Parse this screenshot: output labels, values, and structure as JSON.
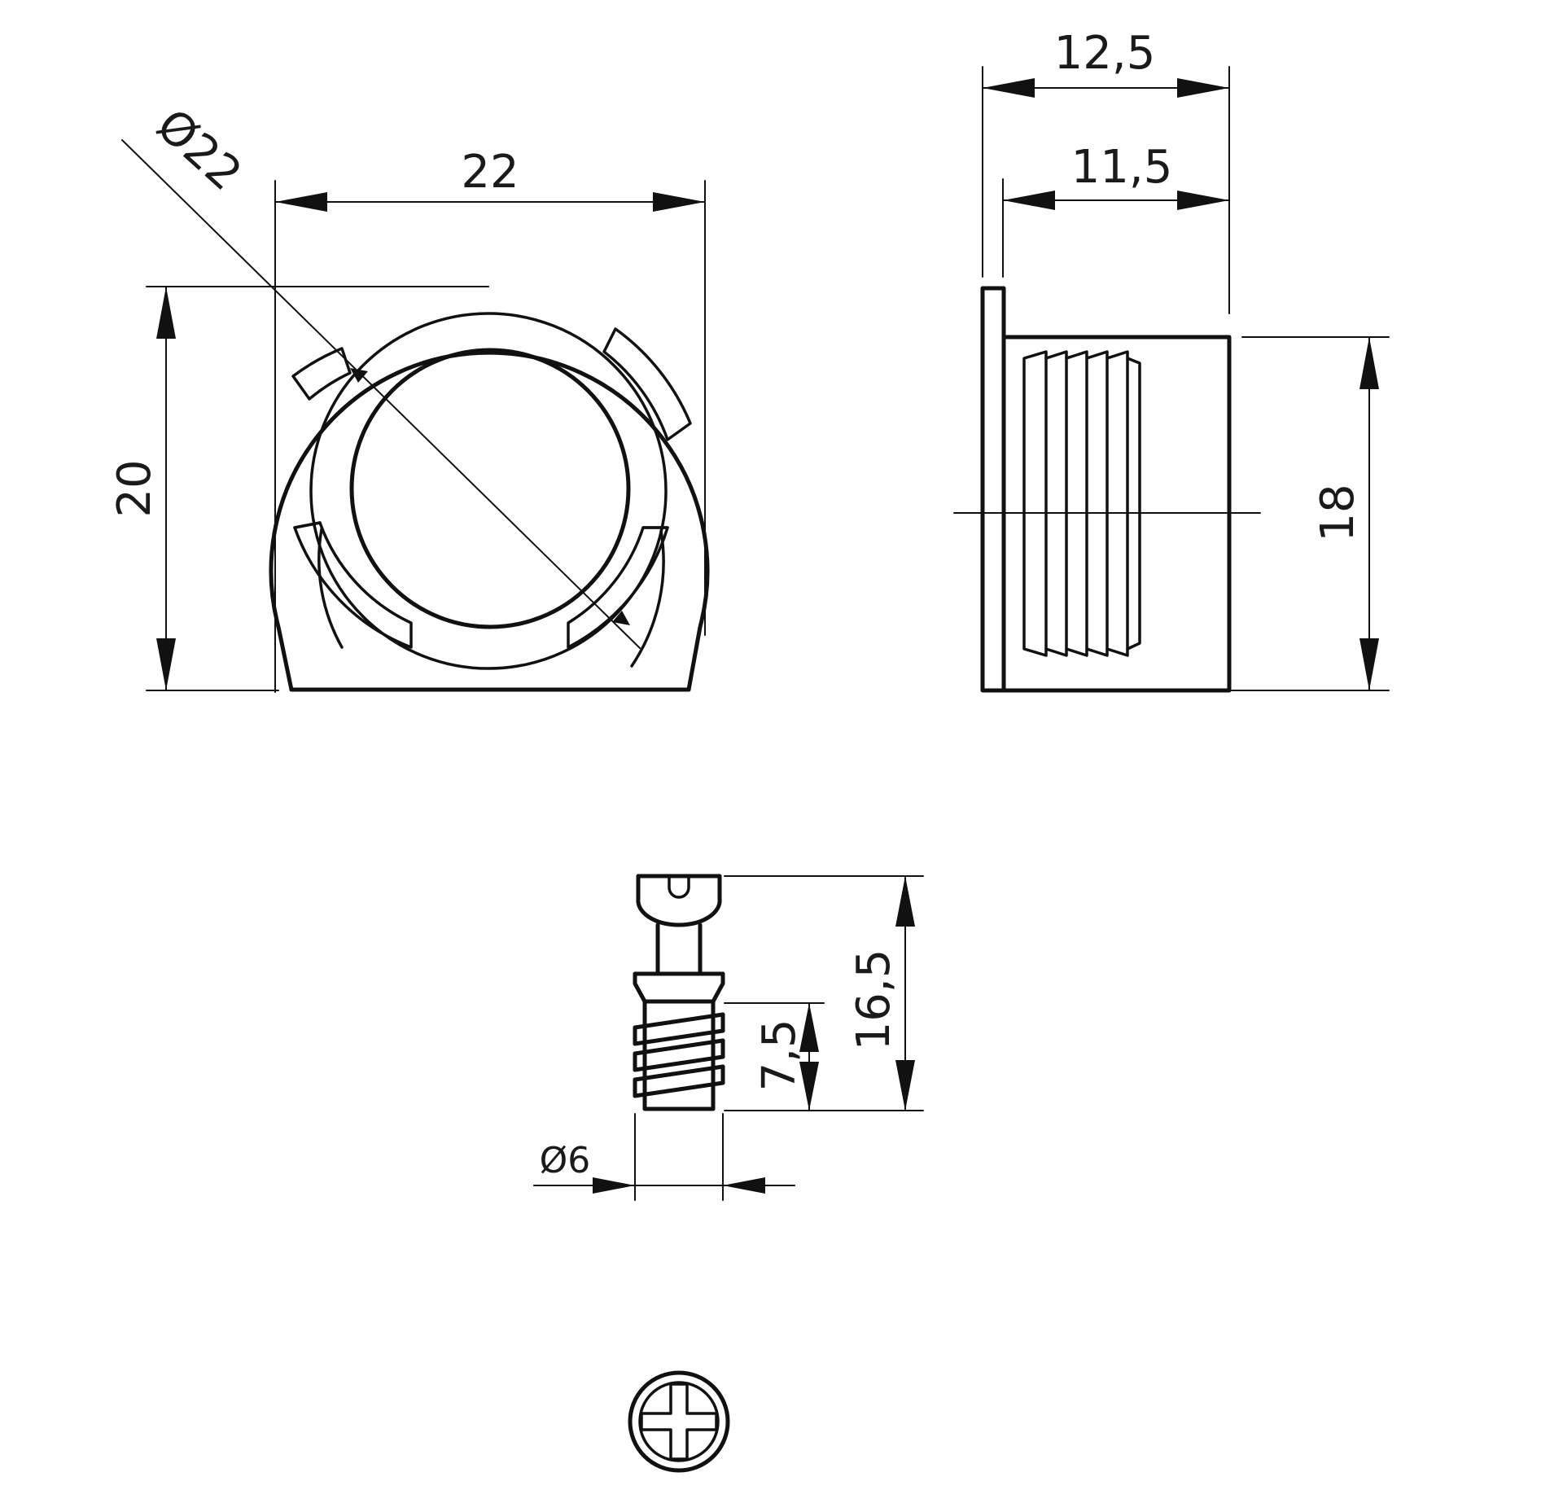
{
  "colors": {
    "line": "#111111",
    "background": "#ffffff"
  },
  "dimensions": {
    "front_width": "22",
    "front_diameter": "Ø22",
    "front_height": "20",
    "side_width_outer": "12,5",
    "side_width_inner": "11,5",
    "side_height": "18",
    "bolt_length": "16,5",
    "bolt_thread_length": "7,5",
    "bolt_diameter": "Ø6"
  }
}
